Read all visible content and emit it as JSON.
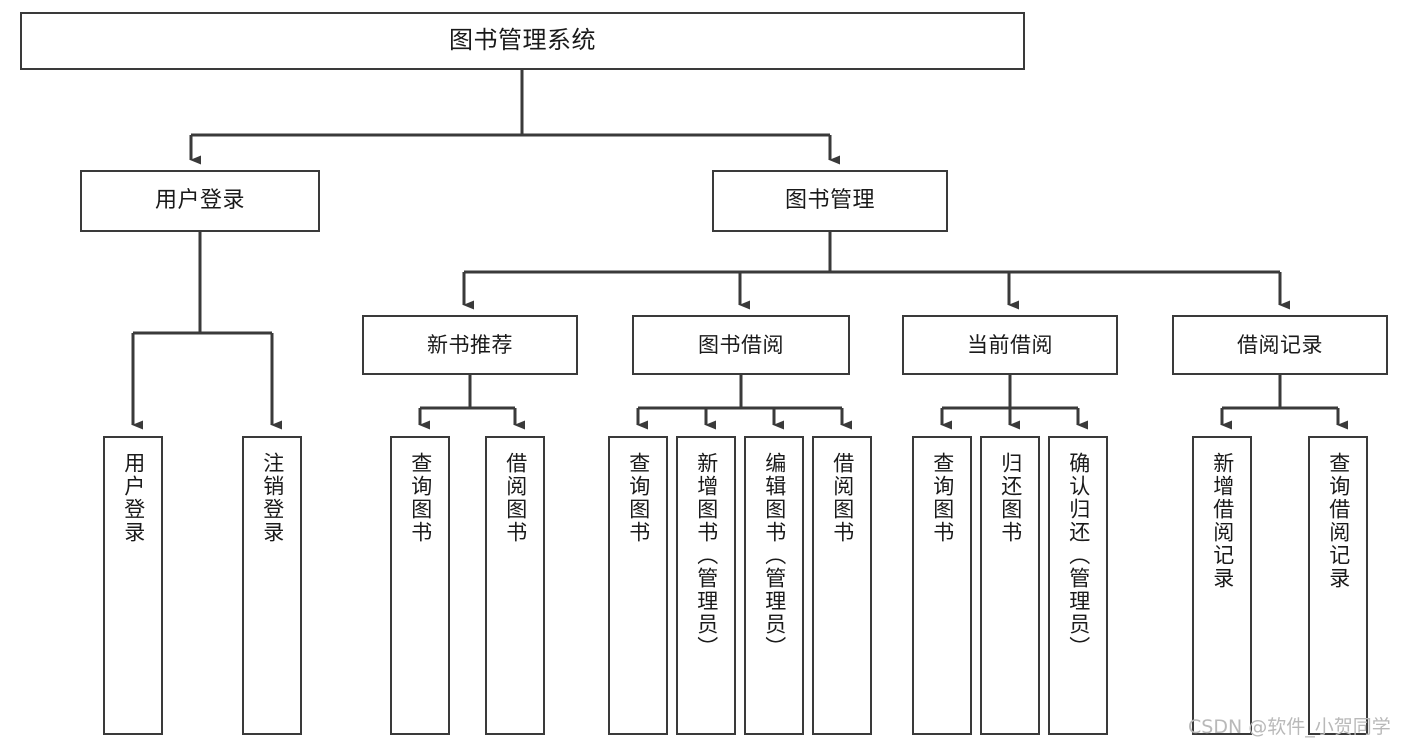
{
  "diagram": {
    "type": "tree",
    "title": "图书管理系统",
    "stroke_color": "#3a3a3a",
    "box_fill": "#ffffff",
    "background": "#ffffff",
    "watermark": "CSDN @软件_小贺同学"
  },
  "root": {
    "label": "图书管理系统"
  },
  "level1": [
    {
      "label": "用户登录"
    },
    {
      "label": "图书管理"
    }
  ],
  "level2": [
    {
      "label": "新书推荐"
    },
    {
      "label": "图书借阅"
    },
    {
      "label": "当前借阅"
    },
    {
      "label": "借阅记录"
    }
  ],
  "leaves": {
    "user_login": [
      {
        "label": "用户登录"
      },
      {
        "label": "注销登录"
      }
    ],
    "new_book_recommend": [
      {
        "label": "查询图书"
      },
      {
        "label": "借阅图书"
      }
    ],
    "book_borrow": [
      {
        "label": "查询图书"
      },
      {
        "label": "新增图书（管理员）"
      },
      {
        "label": "编辑图书（管理员）"
      },
      {
        "label": "借阅图书"
      }
    ],
    "current_borrow": [
      {
        "label": "查询图书"
      },
      {
        "label": "归还图书"
      },
      {
        "label": "确认归还（管理员）"
      }
    ],
    "borrow_record": [
      {
        "label": "新增借阅记录"
      },
      {
        "label": "查询借阅记录"
      }
    ]
  }
}
